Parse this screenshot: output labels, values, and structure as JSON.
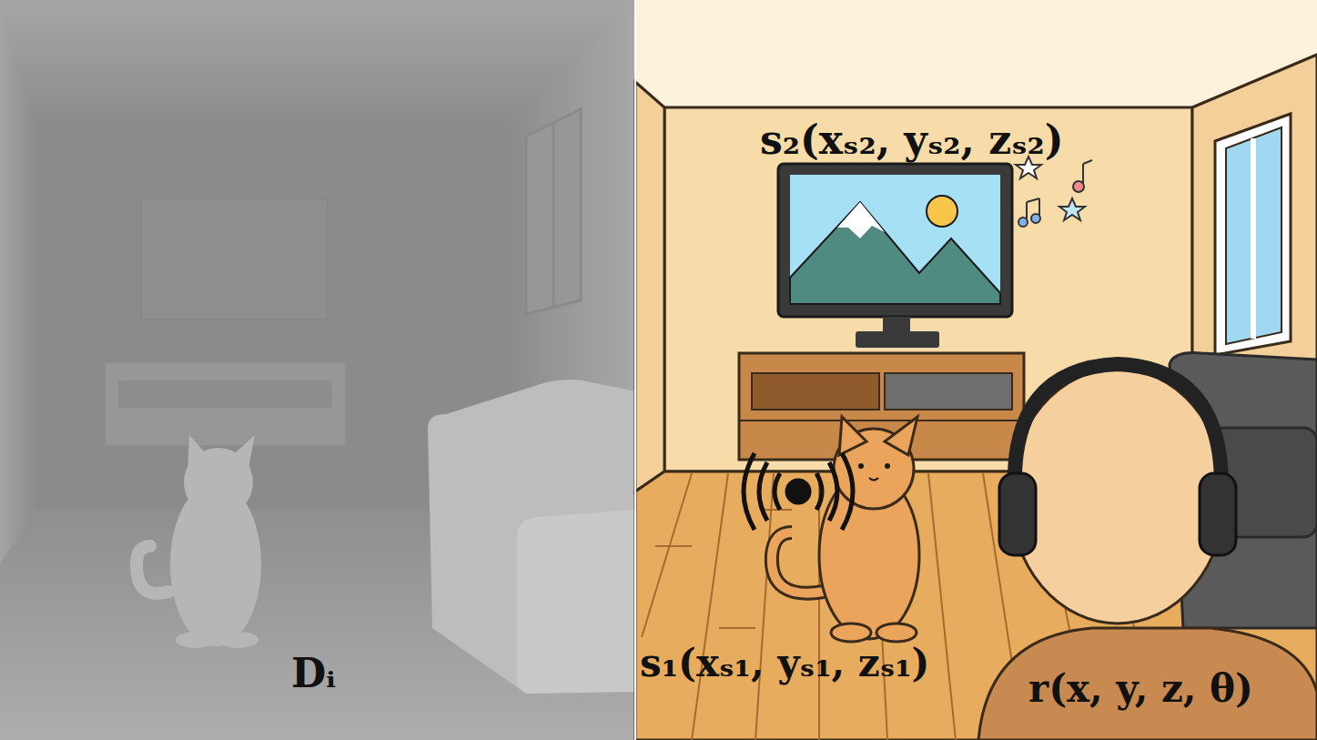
{
  "diagram": {
    "labels": [
      "s₂(xₛ₂, yₛ₂, zₛ₂)",
      "s₁(xₛ₁, yₛ₁, zₛ₁)",
      "r(x, y, z, θ)",
      "Dᵢ"
    ]
  }
}
